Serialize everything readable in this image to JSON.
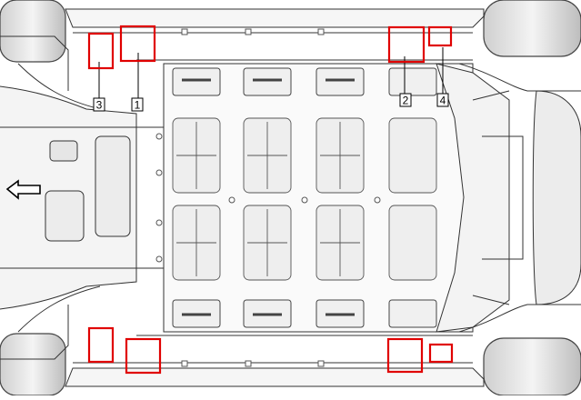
{
  "diagram": {
    "colors": {
      "highlight": "#e00000",
      "line": "#222222",
      "fill": "#f2f2f2",
      "tire": "#d9d9d9"
    },
    "direction_arrow": {
      "icon": "arrow-left-icon",
      "meaning": "front-of-vehicle"
    },
    "callouts": [
      {
        "id": "callout-1",
        "label": "1"
      },
      {
        "id": "callout-2",
        "label": "2"
      },
      {
        "id": "callout-3",
        "label": "3"
      },
      {
        "id": "callout-4",
        "label": "4"
      }
    ]
  }
}
